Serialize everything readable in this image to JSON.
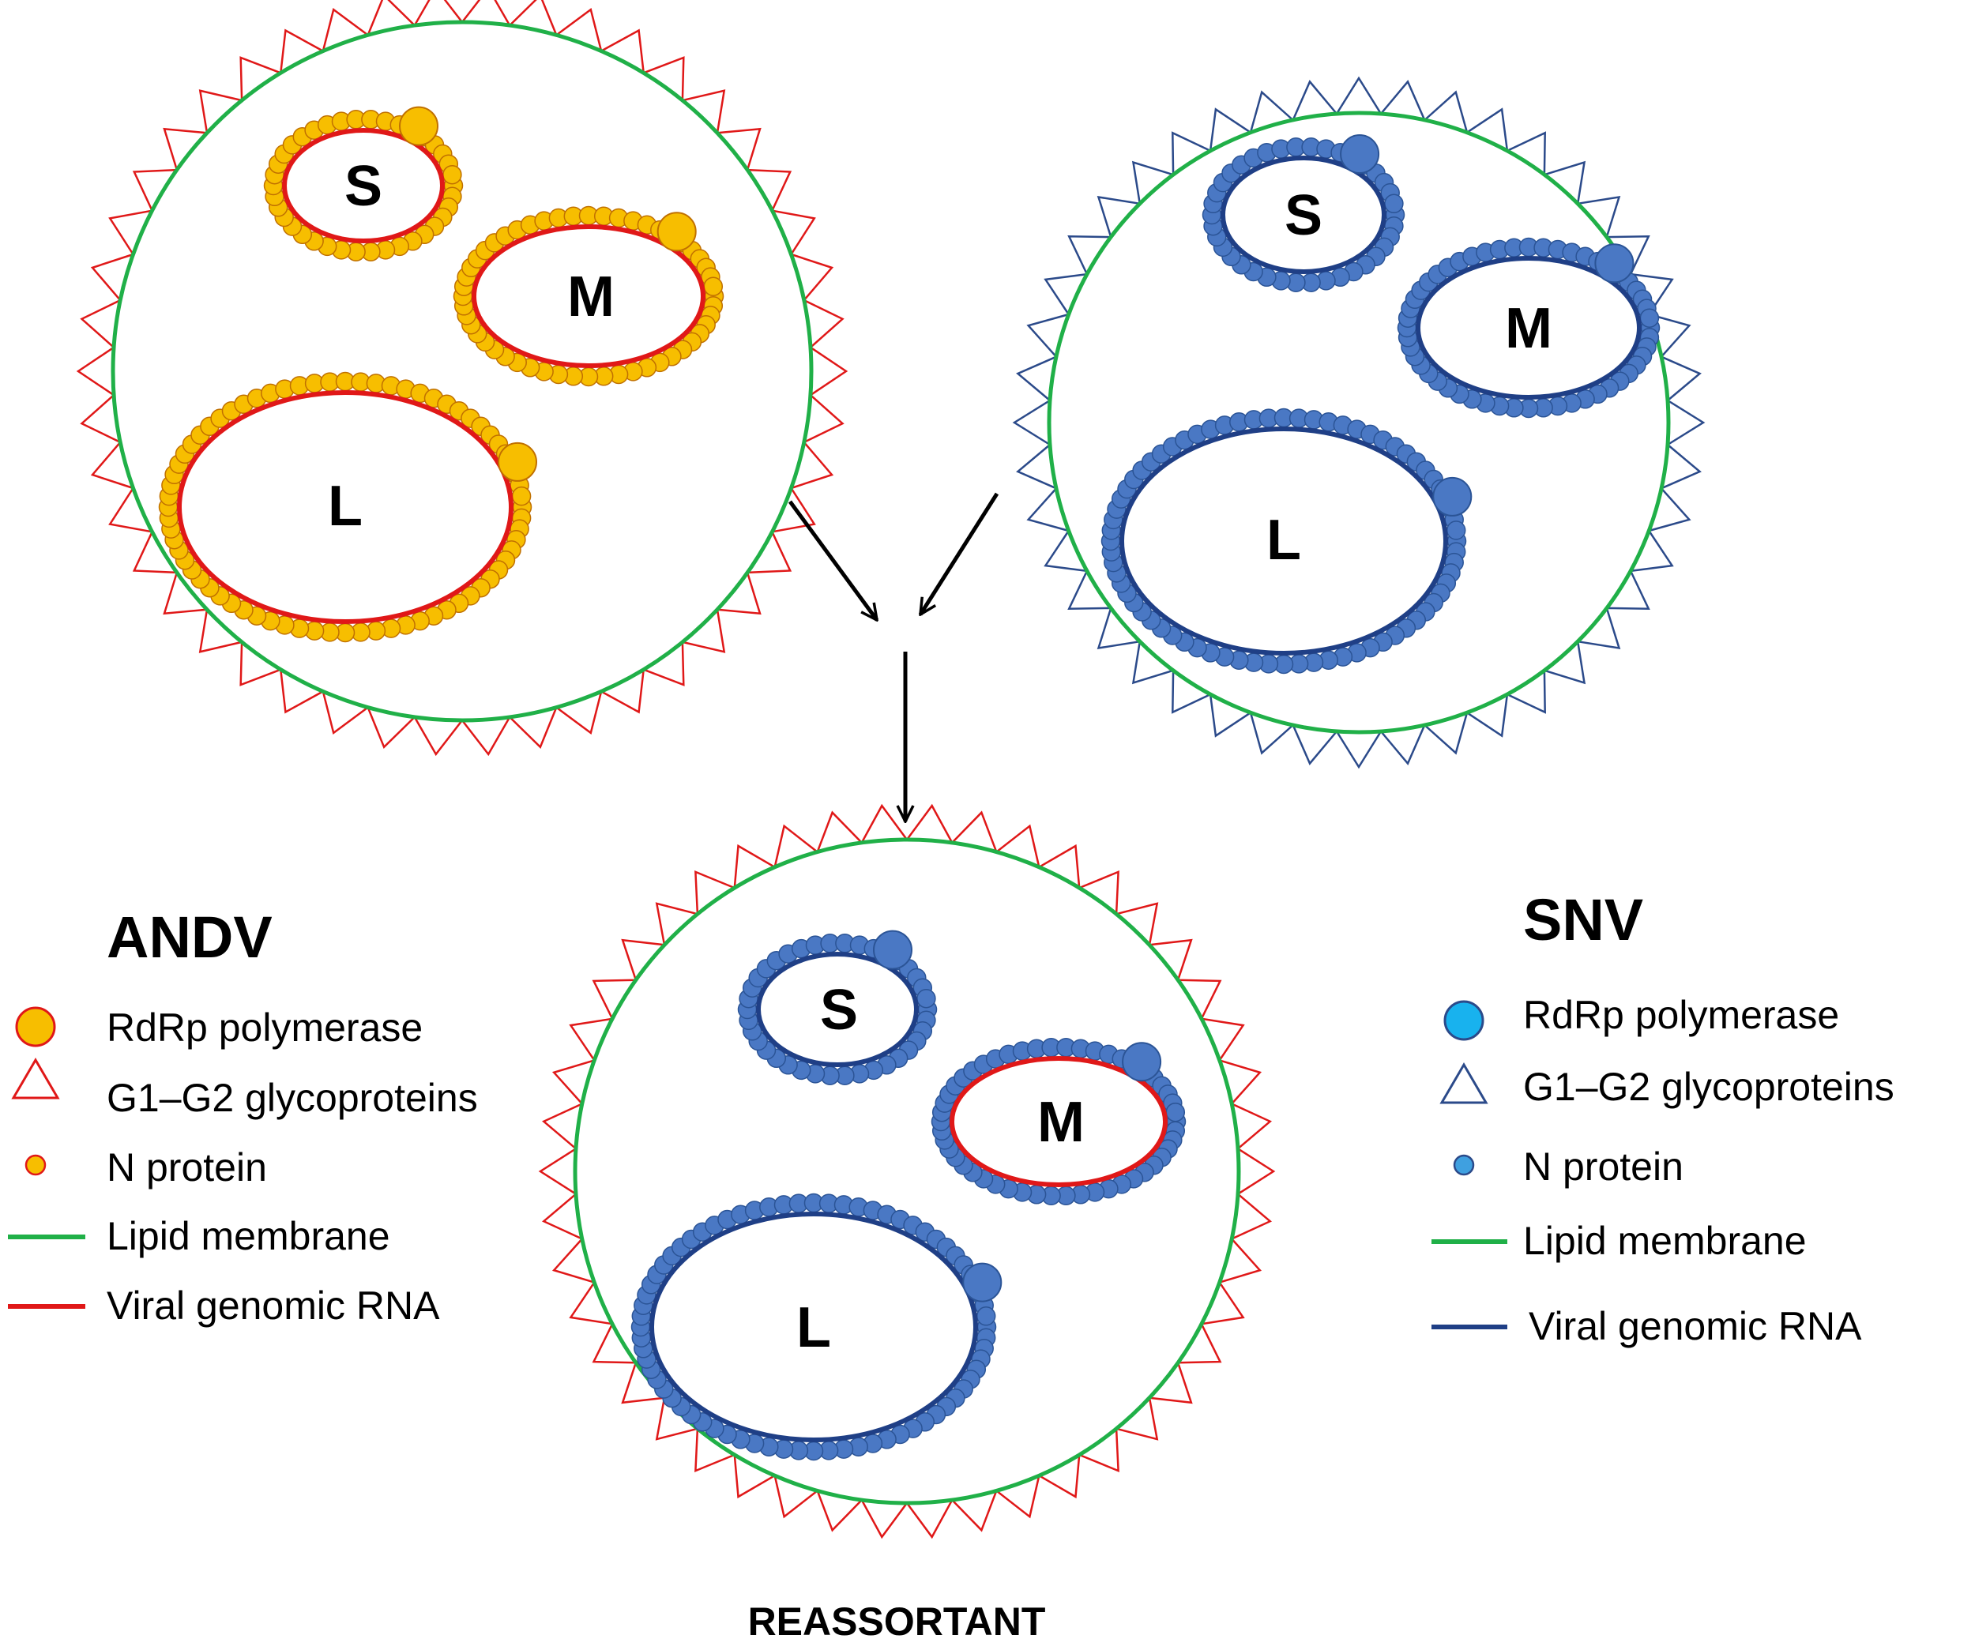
{
  "colors": {
    "andv_rna": "#e01818",
    "andv_particle": "#f7be00",
    "snv_rna": "#1f3f86",
    "snv_particle": "#4a78c4",
    "snv_polymerase_legend": "#18b2ee",
    "snv_nprotein_legend": "#3fa0e0",
    "membrane": "#20b048",
    "andv_spike": "#e01818",
    "snv_spike": "#2b4a8a",
    "arrow": "#000000",
    "background": "#ffffff"
  },
  "viruses": {
    "andv": {
      "segments": {
        "s": "S",
        "m": "M",
        "l": "L"
      }
    },
    "snv": {
      "segments": {
        "s": "S",
        "m": "M",
        "l": "L"
      }
    },
    "reassortant": {
      "segments": {
        "s": "S",
        "m": "M",
        "l": "L"
      },
      "segment_origin": {
        "s": "SNV",
        "m": "SNV protein / ANDV RNA",
        "l": "SNV"
      }
    }
  },
  "legend_andv": {
    "title": "ANDV",
    "items": [
      {
        "icon": "large-orange-circle-icon",
        "label": "RdRp polymerase"
      },
      {
        "icon": "red-triangle-icon",
        "label": "G1–G2 glycoproteins"
      },
      {
        "icon": "small-orange-circle-icon",
        "label": "N protein"
      },
      {
        "icon": "green-line-icon",
        "label": "Lipid membrane"
      },
      {
        "icon": "red-line-icon",
        "label": "Viral genomic RNA"
      }
    ]
  },
  "legend_snv": {
    "title": "SNV",
    "items": [
      {
        "icon": "large-blue-circle-icon",
        "label": "RdRp polymerase"
      },
      {
        "icon": "blue-triangle-icon",
        "label": "G1–G2 glycoproteins"
      },
      {
        "icon": "small-blue-circle-icon",
        "label": "N protein"
      },
      {
        "icon": "green-line-icon",
        "label": "Lipid membrane"
      },
      {
        "icon": "navy-line-icon",
        "label": "Viral genomic RNA"
      }
    ]
  },
  "caption": "REASSORTANT"
}
